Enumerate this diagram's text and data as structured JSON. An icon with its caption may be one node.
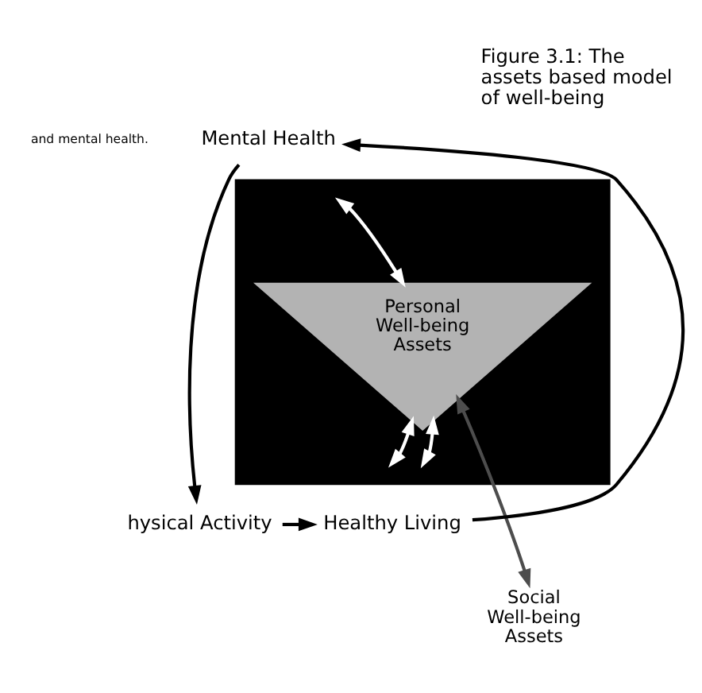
{
  "diagram": {
    "title": "Figure 3.1: The assets based model of well-being",
    "nodes": [
      {
        "text": [
          "Mental Health"
        ]
      },
      {
        "text": [],
        "shape": "triangle"
      },
      {
        "text": [
          "Personal Well-being Assets"
        ],
        "in": 1
      },
      {
        "text": [
          "hysical Activity"
        ]
      },
      {
        "text": [
          "Healthy Living"
        ]
      },
      {
        "text": [
          "Social Well-being Assets"
        ]
      }
    ],
    "edges": [
      {
        "from": 0,
        "to": 3,
        "arrow": "to"
      },
      {
        "from": 4,
        "to": 0,
        "arrow": "to"
      },
      {
        "from": 2,
        "to": null,
        "arrow": "both",
        "color": "#ffffff"
      },
      {
        "from": 2,
        "to": null,
        "arrow": "both",
        "color": "#ffffff"
      },
      {
        "from": 2,
        "to": null,
        "arrow": "both",
        "color": "#ffffff"
      },
      {
        "from": 2,
        "to": 5,
        "arrow": "both",
        "color": "#4d4d4d"
      },
      {
        "from": 3,
        "to": 4,
        "arrow": "to"
      }
    ],
    "labels": [
      "and mental health."
    ]
  }
}
